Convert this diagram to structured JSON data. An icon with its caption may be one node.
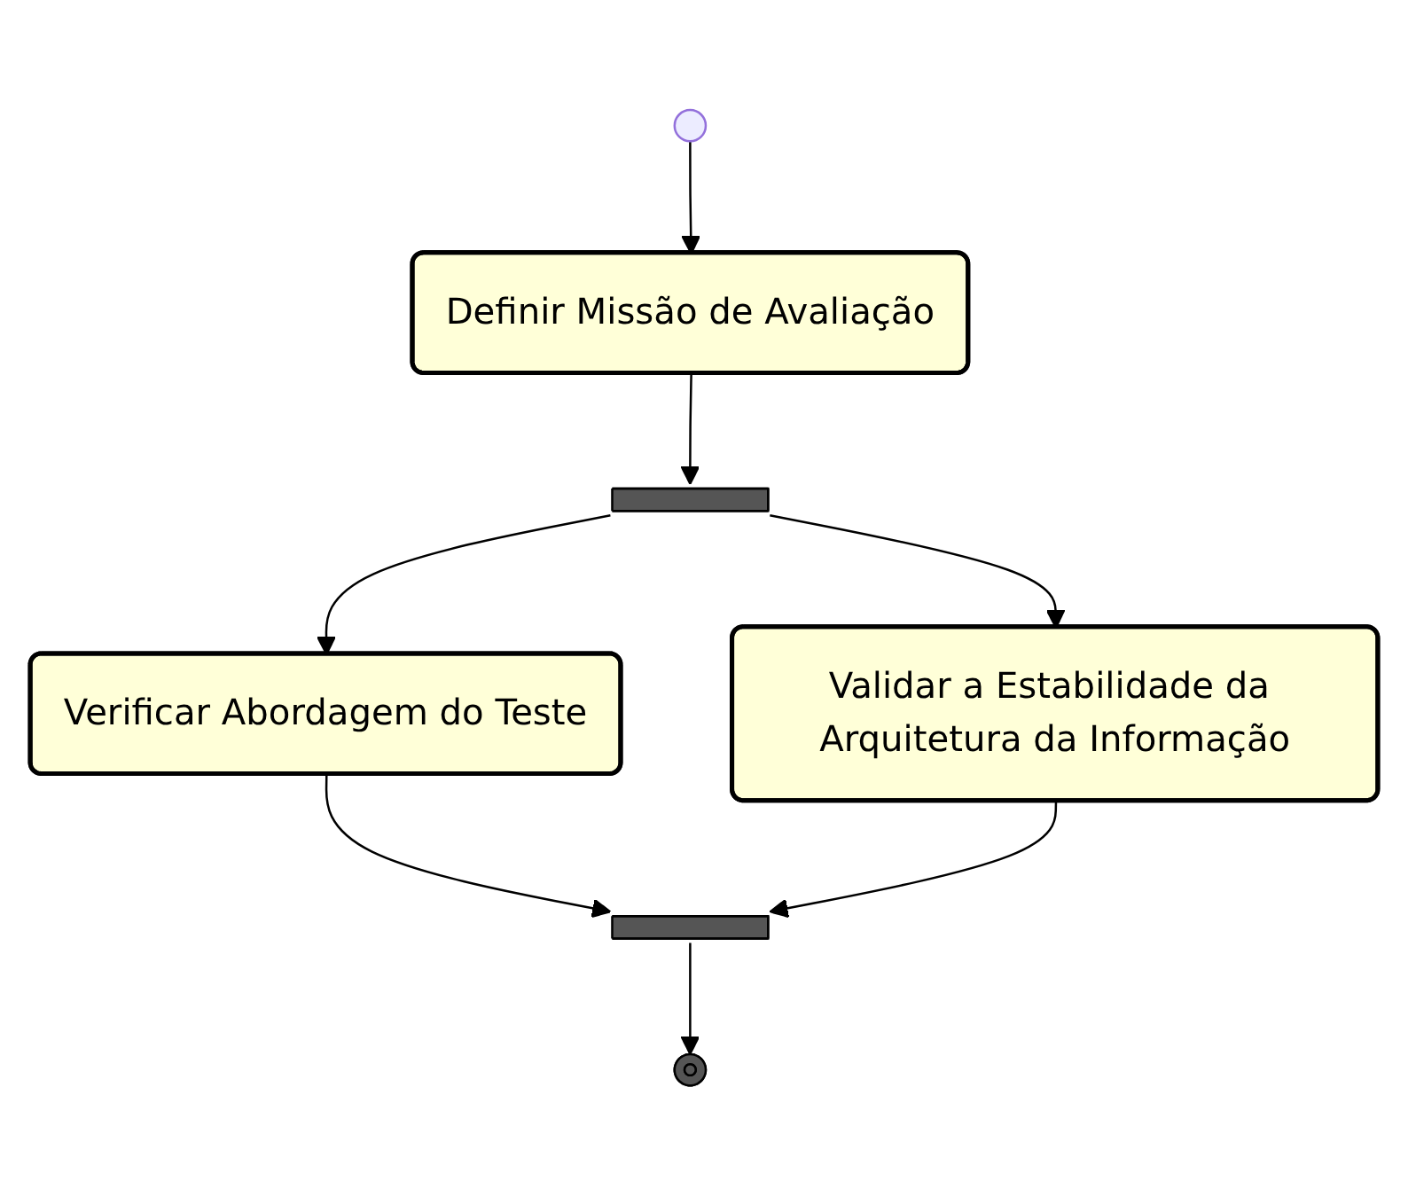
{
  "diagram": {
    "nodes": [
      {
        "text": [],
        "shape": "circle"
      },
      {
        "text": [
          "Definir Missão de Avaliação"
        ]
      },
      {
        "text": [],
        "shape": "bar"
      },
      {
        "text": [
          "Verificar Abordagem do Teste"
        ]
      },
      {
        "text": [
          "Validar a Estabilidade da Arquitetura da Informação"
        ]
      },
      {
        "text": [],
        "shape": "bar"
      },
      {
        "text": [],
        "shape": "circle"
      }
    ],
    "edges": [
      {
        "from": 0,
        "to": 1,
        "arrow": "to"
      },
      {
        "from": 1,
        "to": 2,
        "arrow": "to"
      },
      {
        "from": 2,
        "to": 3,
        "arrow": "to"
      },
      {
        "from": 2,
        "to": 4,
        "arrow": "to"
      },
      {
        "from": 3,
        "to": 5,
        "arrow": "to"
      },
      {
        "from": 4,
        "to": 5,
        "arrow": "to"
      },
      {
        "from": 5,
        "to": 6,
        "arrow": "to"
      }
    ]
  }
}
